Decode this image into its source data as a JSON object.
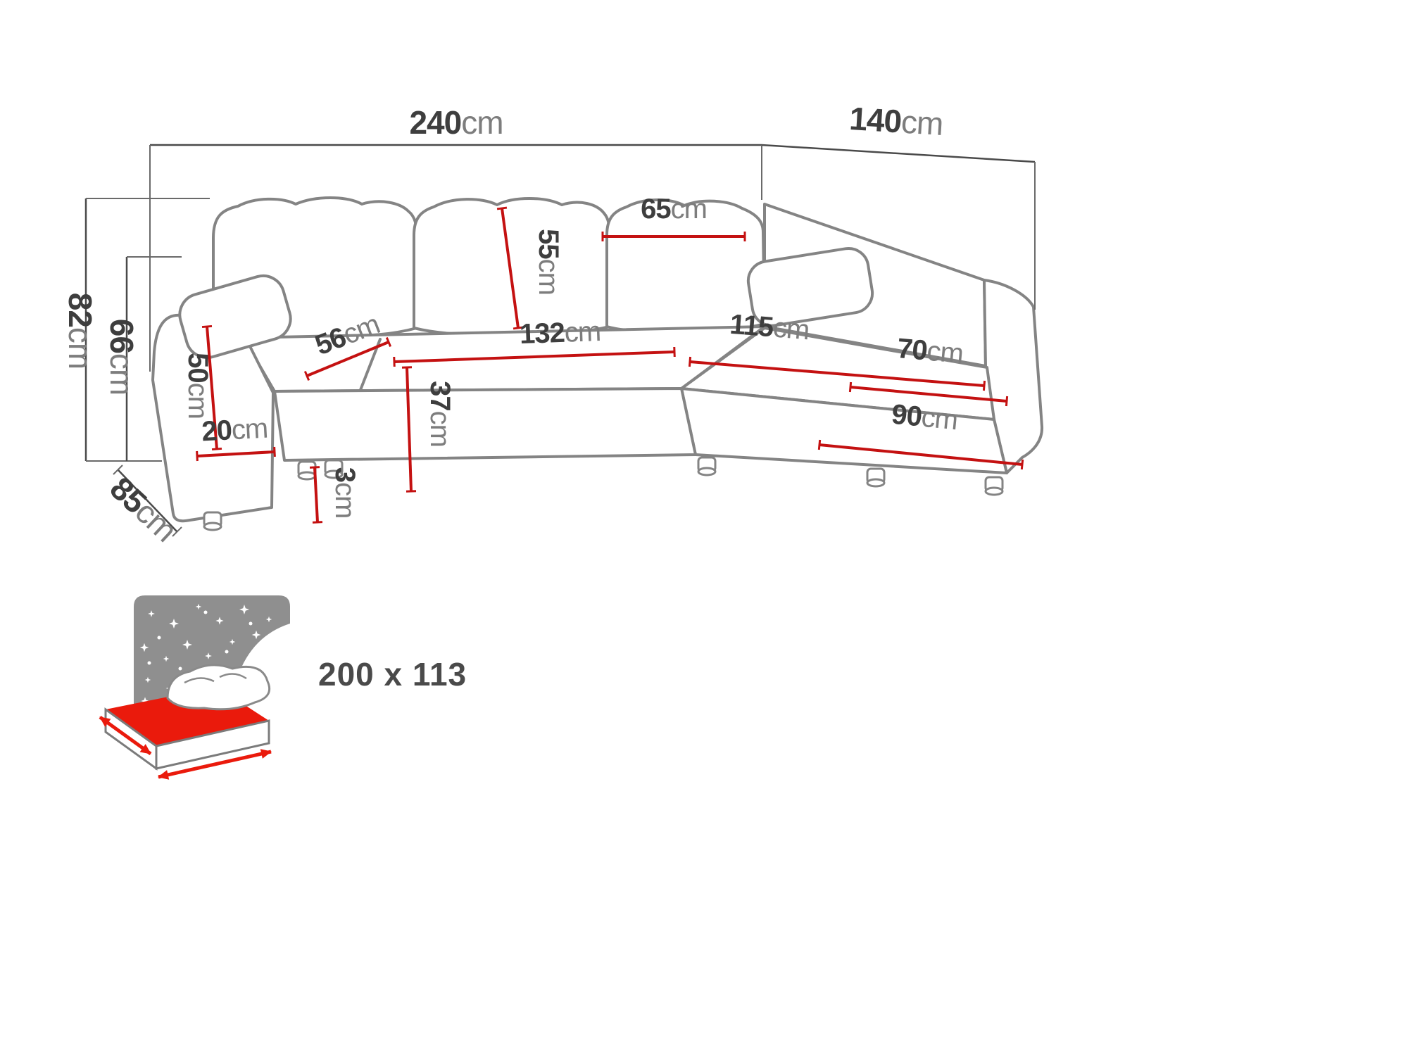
{
  "diagram": {
    "title": "corner-sofa-dimension-diagram",
    "colors": {
      "background": "#ffffff",
      "sofa_outline": "#848484",
      "outer_dimension_lines": "#4a4a4a",
      "inner_dimension_lines": "#c41111",
      "number_text": "#3e3e3e",
      "unit_text": "#7d7d7d",
      "bed_icon_headboard": "#8f8f8f",
      "bed_icon_mattress": "#ea1a0c"
    }
  },
  "dimensions": {
    "total_width": {
      "value": "240",
      "unit": "cm"
    },
    "chaise_depth": {
      "value": "140",
      "unit": "cm"
    },
    "total_height": {
      "value": "82",
      "unit": "cm"
    },
    "backrest_height": {
      "value": "66",
      "unit": "cm"
    },
    "side_depth": {
      "value": "85",
      "unit": "cm"
    },
    "armrest_height": {
      "value": "50",
      "unit": "cm"
    },
    "armrest_width": {
      "value": "20",
      "unit": "cm"
    },
    "leg_height": {
      "value": "3",
      "unit": "cm"
    },
    "seat_height": {
      "value": "37",
      "unit": "cm"
    },
    "seat_small_width": {
      "value": "56",
      "unit": "cm"
    },
    "seat_width": {
      "value": "132",
      "unit": "cm"
    },
    "back_cushion_height": {
      "value": "55",
      "unit": "cm"
    },
    "back_cushion_width": {
      "value": "65",
      "unit": "cm"
    },
    "chaise_length": {
      "value": "115",
      "unit": "cm"
    },
    "chaise_seat_width": {
      "value": "70",
      "unit": "cm"
    },
    "chaise_front_width": {
      "value": "90",
      "unit": "cm"
    }
  },
  "sleeping_area": {
    "label": "200 x 113"
  }
}
